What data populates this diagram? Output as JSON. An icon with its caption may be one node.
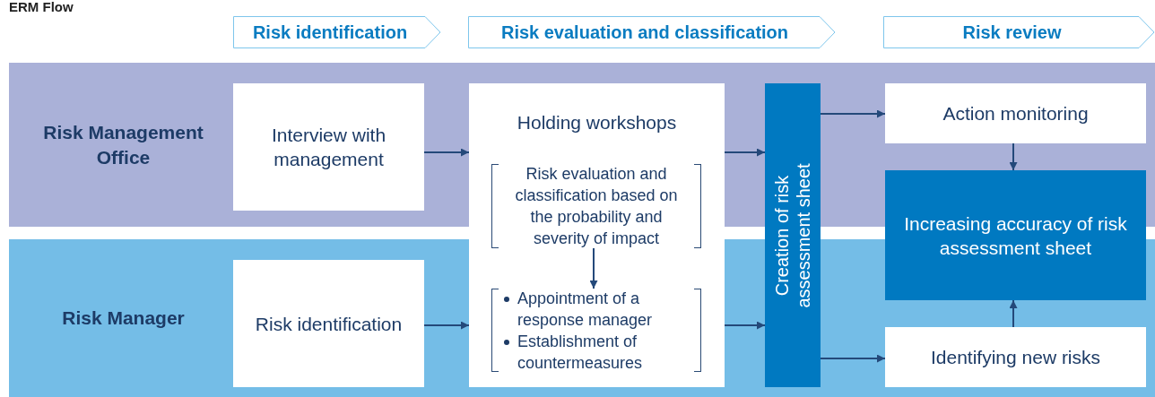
{
  "diagram": {
    "title": "ERM Flow",
    "nodes": [
      {
        "text": [
          "Risk Management Office"
        ]
      },
      {
        "text": [
          "Risk Manager"
        ]
      },
      {
        "text": [
          "Risk identification"
        ]
      },
      {
        "text": [
          "Risk evaluation and classification"
        ]
      },
      {
        "text": [
          "Risk review"
        ]
      },
      {
        "text": [
          "Interview with management"
        ],
        "in": 0
      },
      {
        "text": [
          "Holding workshops"
        ]
      },
      {
        "text": [
          "Risk evaluation and classification based on the probability and severity of impact"
        ],
        "in": 6
      },
      {
        "text": [
          "Appointment of a response manager",
          "Establishment of countermeasures"
        ]
      },
      {
        "text": [
          "Risk identification"
        ],
        "in": 1
      },
      {
        "text": [
          "Creation of risk assessment sheet"
        ]
      },
      {
        "text": [
          "Action monitoring"
        ],
        "in": 0
      },
      {
        "text": [
          "Increasing accuracy of risk assessment sheet"
        ]
      },
      {
        "text": [
          "Identifying new risks"
        ],
        "in": 1
      }
    ],
    "edges": [
      {
        "from": 5,
        "to": 6,
        "arrow": "to"
      },
      {
        "from": 9,
        "to": 6,
        "arrow": "to"
      },
      {
        "from": 7,
        "to": 8,
        "arrow": "to"
      },
      {
        "from": 6,
        "to": 10,
        "arrow": "to"
      },
      {
        "from": 6,
        "to": 10,
        "arrow": "to"
      },
      {
        "from": 10,
        "to": 11,
        "arrow": "to"
      },
      {
        "from": 10,
        "to": 13,
        "arrow": "to"
      },
      {
        "from": 11,
        "to": 12,
        "arrow": "to"
      },
      {
        "from": 13,
        "to": 12,
        "arrow": "to"
      }
    ]
  }
}
